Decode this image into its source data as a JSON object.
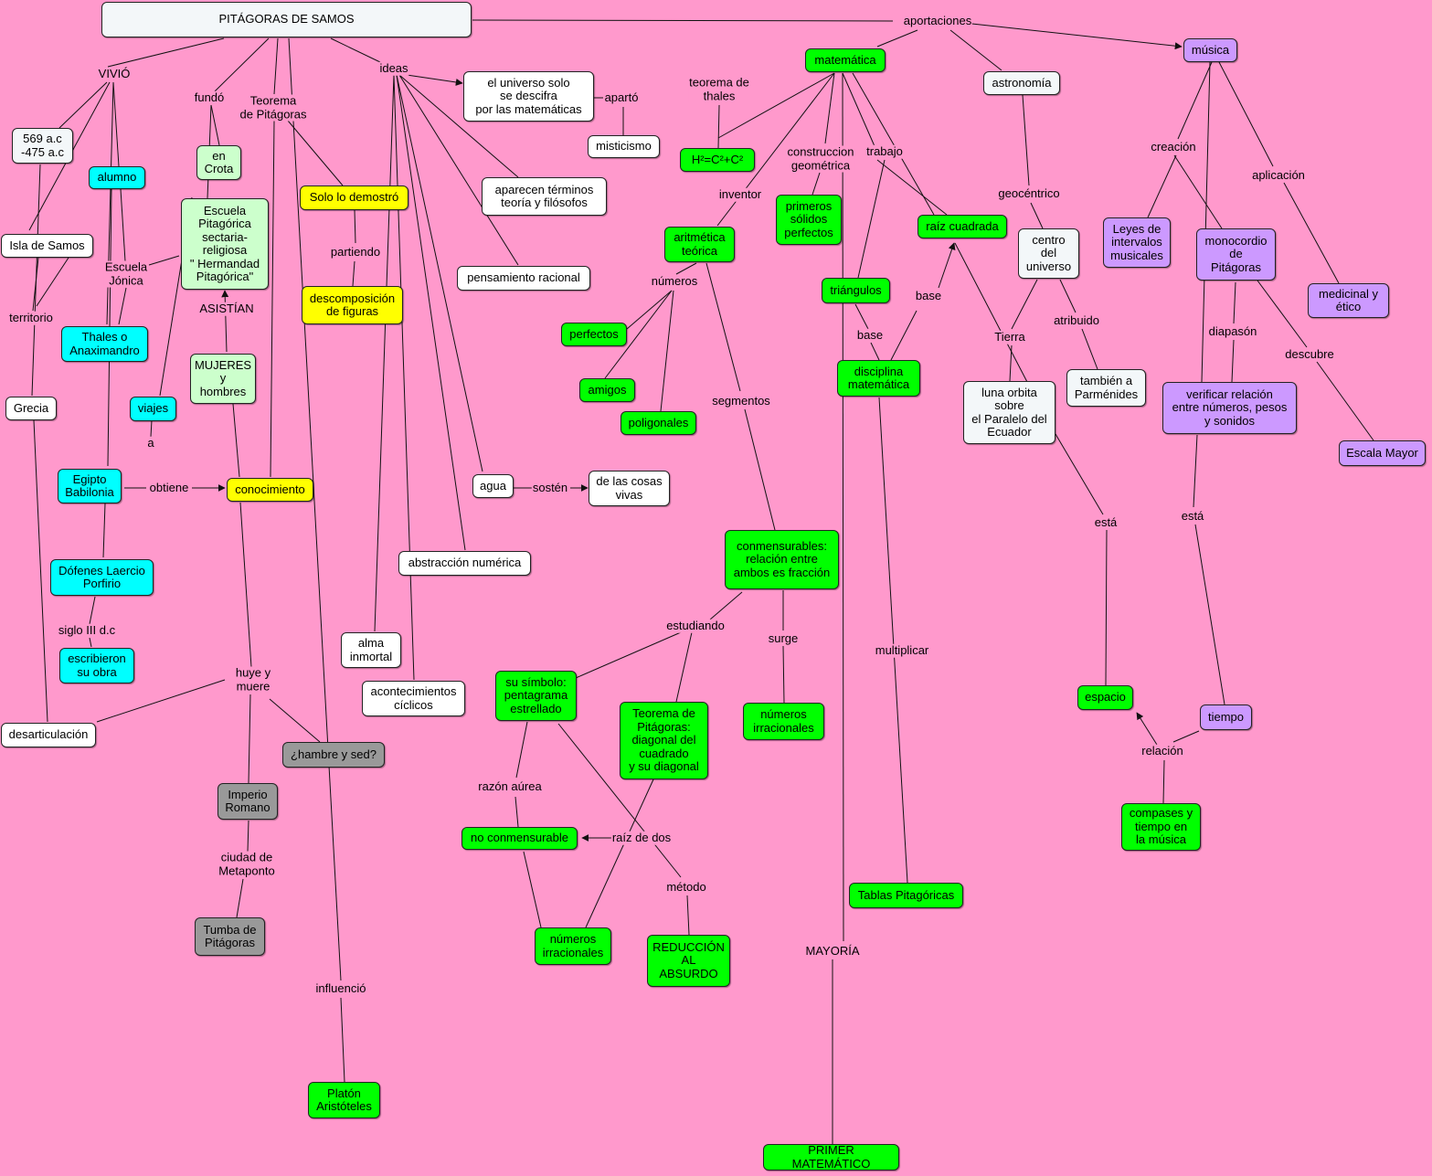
{
  "colors": {
    "background": "#ff99cc",
    "white": "#ffffff",
    "gray-white": "#f3f7f9",
    "green": "#00ff00",
    "lightgreen": "#ccffcc",
    "cyan": "#00ffff",
    "yellow": "#ffff00",
    "violet": "#cc99ff",
    "gray": "#999999",
    "line": "#111111"
  },
  "nodes": {
    "title": "PITÁGORAS DE SAMOS",
    "n569": "569 a.c\n-475 a.c",
    "isla_samos": "Isla de Samos",
    "grecia": "Grecia",
    "desarticulacion": "desarticulación",
    "alumno": "alumno",
    "thales_anax": "Thales o\nAnaximandro",
    "viajes": "viajes",
    "egipto": "Egipto\nBabilonia",
    "dofenes": "Dófenes Laercio\nPorfirio",
    "escribieron": "escribieron\nsu obra",
    "en_crota": "en\nCrota",
    "escuela_pit": "Escuela\nPitagórica\nsectaria-\nreligiosa\n\" Hermandad\nPitagórica\"",
    "mujeres": "MUJERES\ny\nhombres",
    "conocimiento": "conocimiento",
    "imperio": "Imperio\nRomano",
    "tumba": "Tumba de\nPitágoras",
    "hambre": "¿hambre y sed?",
    "platon": "Platón\nAristóteles",
    "solo_demostro": "Solo lo demostró",
    "descomposicion": "descomposición\nde figuras",
    "universo": "el universo solo\nse descifra\npor las matemáticas",
    "misticismo": "misticismo",
    "aparecen": "aparecen términos\nteoría y filósofos",
    "pensamiento": "pensamiento racional",
    "agua": "agua",
    "cosas_vivas": "de las cosas\nvivas",
    "abstraccion": "abstracción numérica",
    "alma": "alma\ninmortal",
    "acontecimientos": "acontecimientos\ncíclicos",
    "matematica": "matemática",
    "formula": "H²=C²+C²",
    "aritmetica": "aritmética\nteórica",
    "perfectos": "perfectos",
    "amigos": "amigos",
    "poligonales": "poligonales",
    "primeros_solidos": "primeros\nsólidos\nperfectos",
    "raiz_cuadrada": "raíz cuadrada",
    "triangulos": "triángulos",
    "disciplina": "disciplina\nmatemática",
    "conmensurables": "conmensurables:\nrelación entre\nambos es fracción",
    "su_simbolo": "su símbolo:\npentagrama\nestrellado",
    "teorema_diag": "Teorema de\nPitágoras:\ndiagonal del\ncuadrado\ny su diagonal",
    "num_irr_1": "números\nirracionales",
    "no_conmens": "no conmensurable",
    "num_irr_2": "números\nirracionales",
    "reduccion": "REDUCCIÓN\nAL\nABSURDO",
    "tablas": "Tablas Pitagóricas",
    "primer_mat": "PRIMER MATEMÁTICO",
    "astronomia": "astronomía",
    "centro": "centro\ndel\nuniverso",
    "luna": "luna orbita\nsobre\nel Paralelo del\nEcuador",
    "parmenides": "también a\nParménides",
    "espacio": "espacio",
    "musica": "música",
    "leyes": "Leyes de\nintervalos\nmusicales",
    "monocordio": "monocordio\nde\nPitágoras",
    "medicinal": "medicinal y\nético",
    "verificar": "verificar relación\nentre números, pesos\ny sonidos",
    "escala": "Escala Mayor",
    "tiempo": "tiempo",
    "compases": "compases y\ntiempo en\nla música"
  },
  "labels": {
    "vivio": "VIVIÓ",
    "territorio": "territorio",
    "escuela_jonica": "Escuela\nJónica",
    "a": "a",
    "obtiene": "obtiene",
    "siglo": "siglo III d.c",
    "fundo": "fundó",
    "asistian": "ASISTÍAN",
    "teorema_pit": "Teorema\nde Pitágoras",
    "huye": "huye y\nmuere",
    "ciudad": "ciudad de\nMetaponto",
    "influencio": "influenció",
    "partiendo": "partiendo",
    "ideas": "ideas",
    "aparto": "apartó",
    "sosten": "sostén",
    "aportaciones": "aportaciones",
    "teorema_thales": "teorema de\nthales",
    "inventor": "inventor",
    "numeros": "números",
    "construccion": "construccion\ngeométrica",
    "trabajo": "trabajo",
    "base1": "base",
    "base2": "base",
    "segmentos": "segmentos",
    "estudiando": "estudiando",
    "surge": "surge",
    "razon_aurea": "razón aúrea",
    "raiz_dos": "raíz de dos",
    "metodo": "método",
    "multiplicar": "multiplicar",
    "mayoria": "MAYORÍA",
    "geocentrico": "geocéntrico",
    "tierra": "Tierra",
    "atribuido": "atribuido",
    "esta1": "está",
    "creacion": "creación",
    "aplicacion": "aplicación",
    "diapason": "diapasón",
    "descubre": "descubre",
    "esta2": "está",
    "relacion": "relación"
  }
}
